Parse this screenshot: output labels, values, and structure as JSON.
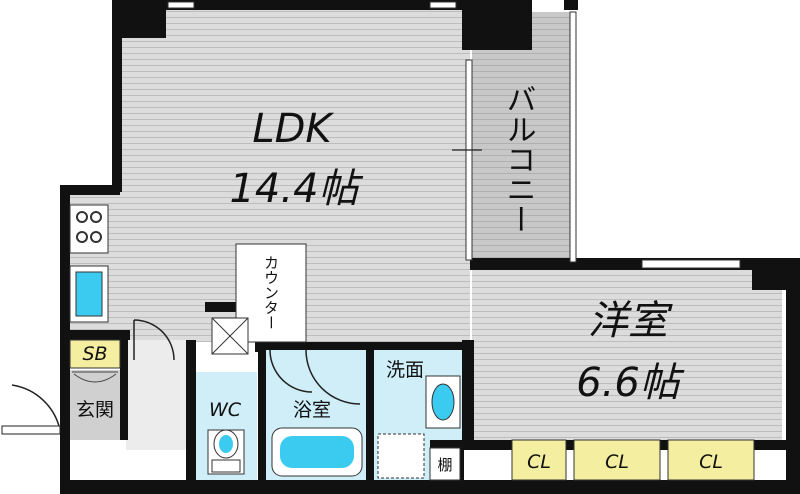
{
  "rooms": {
    "ldk": {
      "name": "LDK",
      "size": "14.4帖"
    },
    "western": {
      "name": "洋室",
      "size": "6.6帖"
    },
    "balcony": "バルコニー",
    "entrance": "玄関",
    "wc": "WC",
    "bath": "浴室",
    "washroom": "洗面",
    "counter": "カウンター",
    "shelf": "棚",
    "shoe_box": "SB"
  },
  "closets": [
    "CL",
    "CL",
    "CL"
  ],
  "colors": {
    "wall": "#111111",
    "floor": "#d9d9d9",
    "balcony": "#c4c4c4",
    "wet_area": "#cfeef8",
    "water": "#3ccbf0",
    "shoe_box": "#f4efa0",
    "closet": "#f4efa0"
  }
}
